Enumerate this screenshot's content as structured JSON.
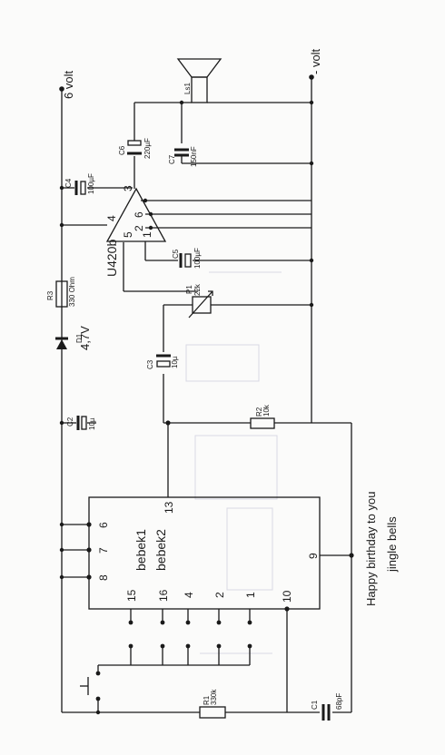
{
  "supply": {
    "positive": "6 volt",
    "negative": "- volt"
  },
  "components": {
    "R1": {
      "ref": "R1",
      "value": "330k"
    },
    "R2": {
      "ref": "R2",
      "value": "10k"
    },
    "R3": {
      "ref": "R3",
      "value": "330 Ohm"
    },
    "P1": {
      "ref": "P1",
      "value": "22k"
    },
    "C1": {
      "ref": "C1",
      "value": "68pF"
    },
    "C2": {
      "ref": "C2",
      "value": "10µ"
    },
    "C3": {
      "ref": "C3",
      "value": "10µ"
    },
    "C4": {
      "ref": "C4",
      "value": "100µF"
    },
    "C5": {
      "ref": "C5",
      "value": "100µF"
    },
    "C6": {
      "ref": "C6",
      "value": "220µF"
    },
    "C7": {
      "ref": "C7",
      "value": "150nF"
    },
    "D1": {
      "ref": "D1",
      "value": "4,7V"
    },
    "LS1": {
      "ref": "Ls1"
    }
  },
  "amp": {
    "name": "U420b",
    "pins": {
      "p1": "1",
      "p2": "2",
      "p3": "3",
      "p4": "4",
      "p5": "5",
      "p6": "6"
    }
  },
  "ic": {
    "line1": "bebek1",
    "line2": "bebek2",
    "pins": {
      "p1": "1",
      "p2": "2",
      "p4": "4",
      "p6": "6",
      "p7": "7",
      "p8": "8",
      "p9": "9",
      "p10": "10",
      "p13": "13",
      "p15": "15",
      "p16": "16"
    }
  },
  "caption": {
    "line1": "Happy birthday to you",
    "line2": "jingle bells"
  }
}
